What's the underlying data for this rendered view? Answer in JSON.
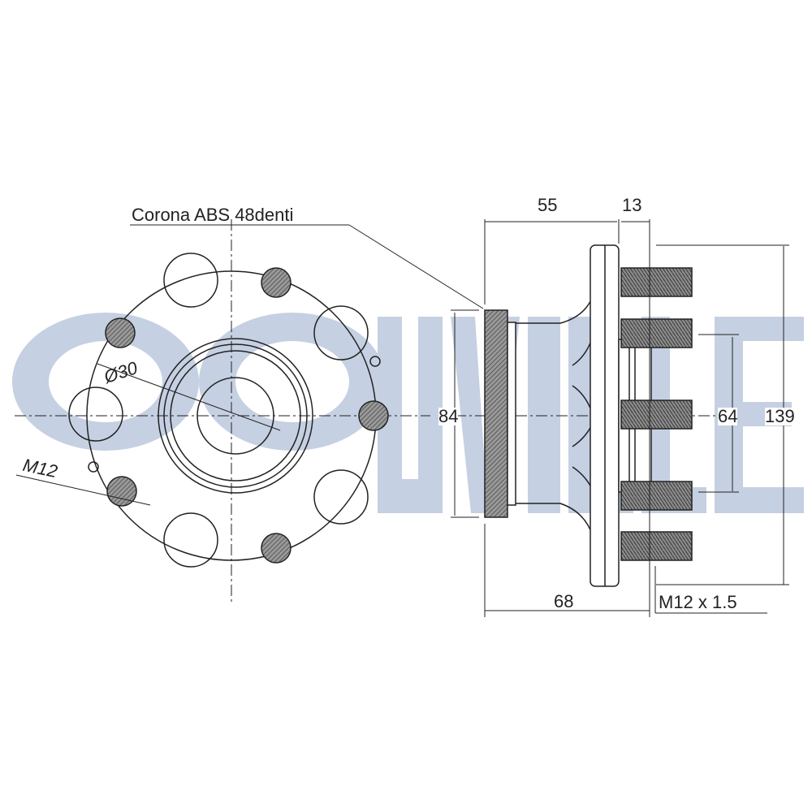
{
  "watermark": {
    "brand": "RUVILLE",
    "color": "#c5d0e2"
  },
  "labels": {
    "abs_ring": "Corona ABS 48denti",
    "bore_diameter": "Ø30",
    "bolt_thread": "M12",
    "dim_55": "55",
    "dim_13": "13",
    "dim_84": "84",
    "dim_64": "64",
    "dim_139": "139",
    "dim_68": "68",
    "stud_thread": "M12 x 1.5"
  },
  "colors": {
    "line": "#222222",
    "hatch": "#777777"
  }
}
